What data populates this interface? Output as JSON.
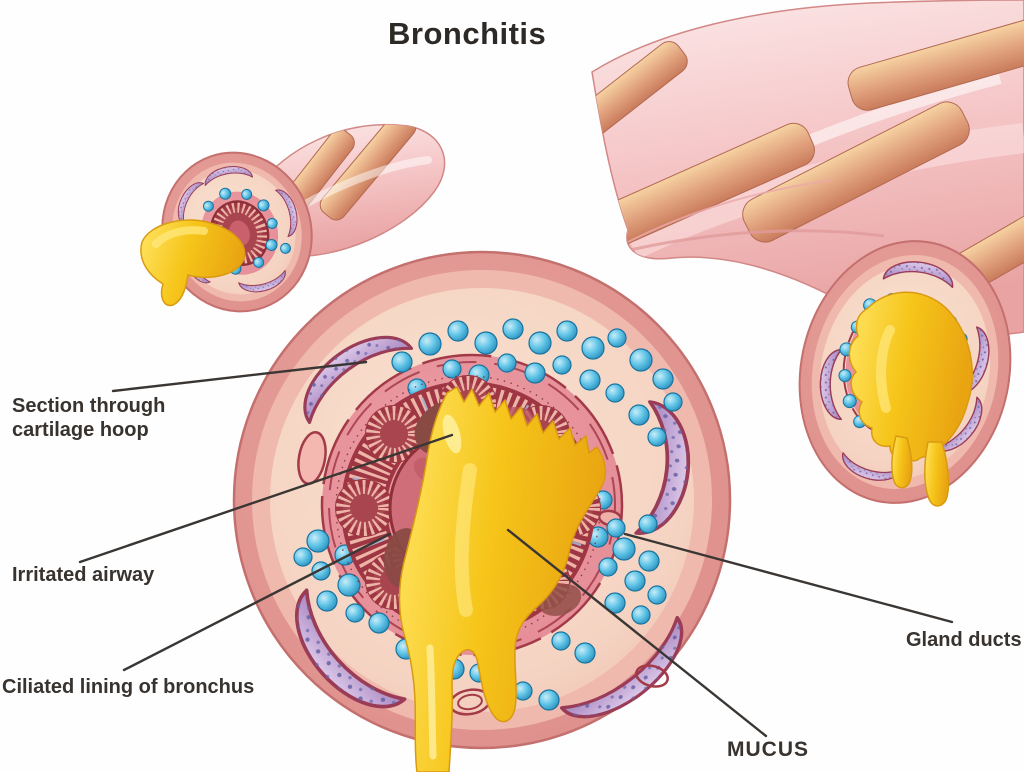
{
  "title": "Bronchitis",
  "figure_type": "medical illustration of a bronchus cross-section with mucus (bronchitis)",
  "labels": {
    "cartilage_hoop": "Section through cartilage hoop",
    "irritated_airway": "Irritated airway",
    "ciliated_lining": "Ciliated lining of bronchus",
    "gland_ducts": "Gland ducts",
    "mucus": "MUCUS"
  },
  "colors": {
    "background": "#ffffff",
    "label_text": "#38332f",
    "leader_line": "#3a3633",
    "bronchus_wall_outer": "#e09490",
    "bronchus_wall_mid": "#f0b9ae",
    "bronchus_wall_inner_cream": "#f5d3c2",
    "submucosa_pink": "#e8939c",
    "airway_lining_dark_red": "#9e3743",
    "cilia_stripe": "#eeb4a8",
    "irritated_patch": "#8a4a44",
    "cartilage_purple": "#bb9ecf",
    "cartilage_outline": "#9a3c56",
    "gland_duct_blue": "#56bfe5",
    "mucus_yellow": "#f6c51a",
    "mucus_highlight": "#ffe87e",
    "tube_cartilage_band": "#e0a07c",
    "tube_pink": "#f6c9ca"
  }
}
